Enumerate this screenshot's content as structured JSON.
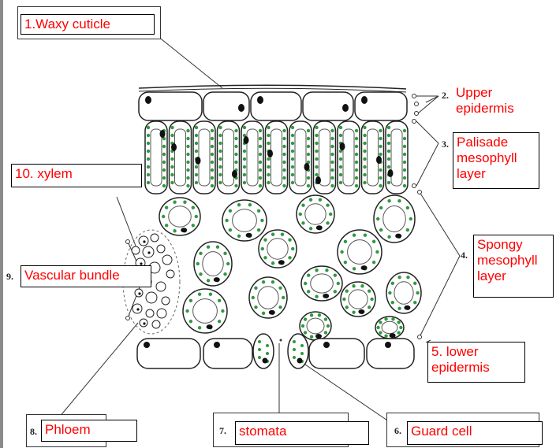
{
  "labels": {
    "waxy_cuticle": "1.Waxy cuticle",
    "upper_epidermis": [
      "Upper",
      "epidermis"
    ],
    "palisade": [
      "Palisade",
      "mesophyll",
      "layer"
    ],
    "xylem": "10. xylem",
    "spongy": [
      "Spongy",
      "mesophyll",
      "layer"
    ],
    "vascular_bundle": "Vascular bundle",
    "lower_epidermis": [
      "5. lower",
      "epidermis"
    ],
    "phloem": "Phloem",
    "stomata": "stomata",
    "guard_cell": "Guard cell"
  },
  "printed_numbers": {
    "n2": "2.",
    "n3": "3.",
    "n4": "4.",
    "n9": "9.",
    "n8": "8.",
    "n7": "7.",
    "n6": "6."
  },
  "colors": {
    "label_text": "#ff0000",
    "chloroplast": "#2e9a3e",
    "nucleus": "#111111",
    "outline": "#222222"
  }
}
